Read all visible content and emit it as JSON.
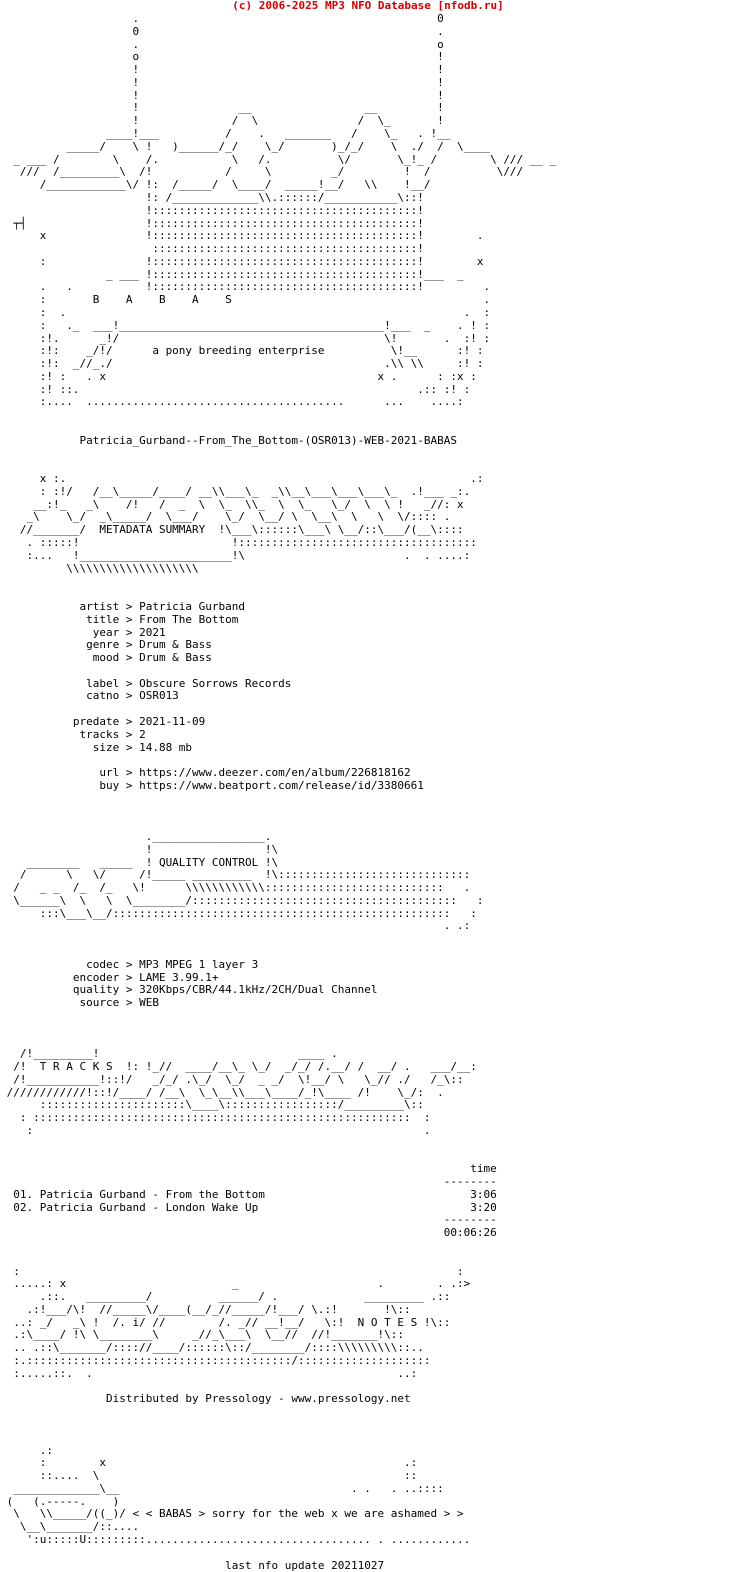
{
  "header": {
    "copyright": "(c) 2006-2025 MP3 NFO Database [nfodb.ru]",
    "color": "#d40000"
  },
  "banner": {
    "group_letters": "B    A    B    A    S",
    "tagline": "a pony breeding enterprise",
    "release_name": "Patricia_Gurband--From_The_Bottom-(OSR013)-WEB-2021-BABAS"
  },
  "sections": {
    "metadata_summary_label": "METADATA SUMMARY",
    "quality_control_label": "QUALITY CONTROL",
    "tracks_label": "T R A C K S",
    "notes_label": "N O T E S"
  },
  "metadata": {
    "rows": [
      {
        "key": "artist",
        "sep": ">",
        "value": "Patricia Gurband"
      },
      {
        "key": "title",
        "sep": ">",
        "value": "From The Bottom"
      },
      {
        "key": "year",
        "sep": ">",
        "value": "2021"
      },
      {
        "key": "genre",
        "sep": ">",
        "value": "Drum & Bass"
      },
      {
        "key": "mood",
        "sep": ">",
        "value": "Drum & Bass"
      },
      {
        "key": "label",
        "sep": ">",
        "value": "Obscure Sorrows Records"
      },
      {
        "key": "catno",
        "sep": ">",
        "value": "OSR013"
      },
      {
        "key": "predate",
        "sep": ">",
        "value": "2021-11-09"
      },
      {
        "key": "tracks",
        "sep": ">",
        "value": "2"
      },
      {
        "key": "size",
        "sep": ">",
        "value": "14.88 mb"
      },
      {
        "key": "url",
        "sep": ">",
        "value": "https://www.deezer.com/en/album/226818162"
      },
      {
        "key": "buy",
        "sep": ">",
        "value": "https://www.beatport.com/release/id/3380661"
      }
    ]
  },
  "quality": {
    "rows": [
      {
        "key": "codec",
        "sep": ">",
        "value": "MP3 MPEG 1 layer 3"
      },
      {
        "key": "encoder",
        "sep": ">",
        "value": "LAME 3.99.1+"
      },
      {
        "key": "quality",
        "sep": ">",
        "value": "320Kbps/CBR/44.1kHz/2CH/Dual Channel"
      },
      {
        "key": "source",
        "sep": ">",
        "value": "WEB"
      }
    ]
  },
  "tracklist": {
    "time_header": "time",
    "rule": "--------",
    "items": [
      {
        "num": "01.",
        "title": "Patricia Gurband - From the Bottom",
        "time": "3:06"
      },
      {
        "num": "02.",
        "title": "Patricia Gurband - London Wake Up",
        "time": "3:20"
      }
    ],
    "total_rule": "--------",
    "total": "00:06:26"
  },
  "notes": {
    "distributed_by": "Distributed by Pressology - www.pressology.net",
    "greet": "< < BABAS > sorry for the web x we are ashamed > >",
    "last_update": "last nfo update 20211027"
  },
  "ascii": {
    "logo": [
      "                    .                                         .",
      "                    0                                         0",
      "                    .                                         .",
      "                    o                                         o",
      "                    !                                         !",
      "                    !                                         !",
      "                    !                                         !",
      "                    !            _                _           !",
      "                    !           / \\              / \\_         !",
      "               ____ ! ___      /   .     ____   /   \\     .!__/",
      "         _____/    \\!/   )____/_/   \\___/    )_/_/   \\   ./ /",
      "  _ ___ /      \\   /.         \\  /.        \\/     \\_ !_  /      \\ ___ _",
      "   ///  /______\\ !|  __/_/ ____\\/ __!  __/_/  \\\\   !__/   \\ ///",
      "  /_________/   !: /________ \\\\.::::/________  \\::!",
      "             !::::::::::::::::::::::::::::::::::::!",
      "             !::::::::::::::::::::::::::::::::::::!",
      "              :::::::::::::::::::::::::::::::::::::!",
      "             !::::::::::::::::::::::::::::::::::::!",
      "             !::::::::::::::::::::::::::::::::::::!",
      " _  ___      !::::::::::::::::::::::::::::::::::::!___  _",
      ""
    ]
  }
}
